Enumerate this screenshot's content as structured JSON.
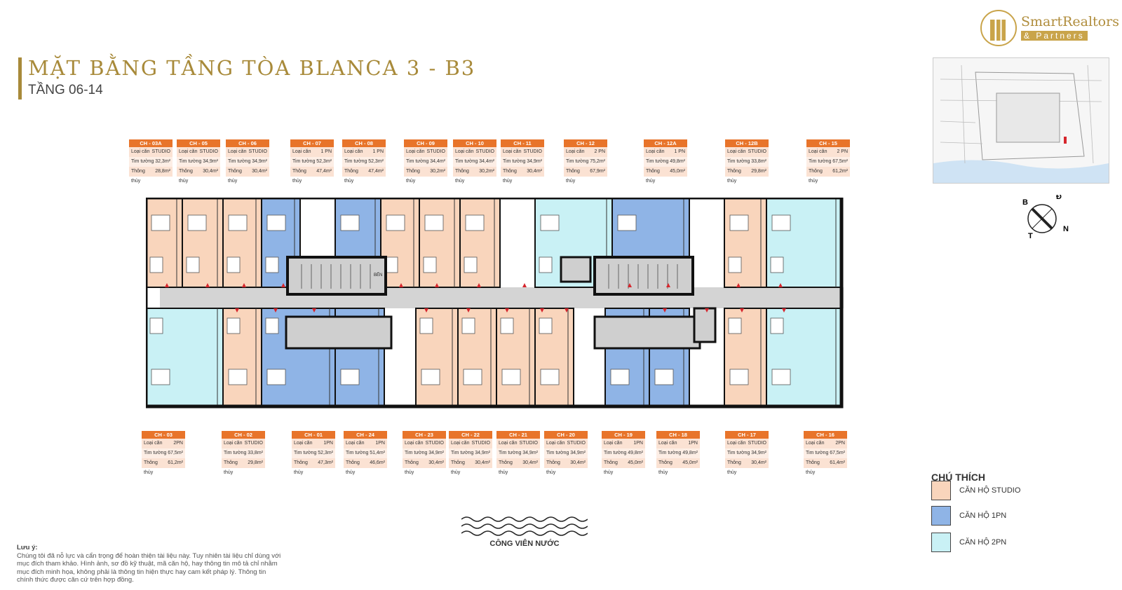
{
  "header": {
    "title": "MẶT BẰNG TẦNG TÒA BLANCA 3 - B3",
    "subtitle": "TẦNG 06-14"
  },
  "logo": {
    "name": "SmartRealtors",
    "sub": "& Partners"
  },
  "compass": {
    "b": "B",
    "d": "Đ",
    "n": "N",
    "t": "T"
  },
  "row_labels": {
    "type": "Loại căn",
    "gross": "Tim tường",
    "net": "Thông thủy"
  },
  "units_top": [
    {
      "id": "CH - 03A",
      "type": "STUDIO",
      "gross": "32,3m²",
      "net": "28,8m²"
    },
    {
      "id": "CH - 05",
      "type": "STUDIO",
      "gross": "34,9m²",
      "net": "30,4m²"
    },
    {
      "id": "CH - 06",
      "type": "STUDIO",
      "gross": "34,9m²",
      "net": "30,4m²"
    },
    {
      "id": "CH - 07",
      "type": "1 PN",
      "gross": "52,3m²",
      "net": "47,4m²"
    },
    {
      "id": "CH - 08",
      "type": "1 PN",
      "gross": "52,3m²",
      "net": "47,4m²"
    },
    {
      "id": "CH - 09",
      "type": "STUDIO",
      "gross": "34,4m²",
      "net": "30,2m²"
    },
    {
      "id": "CH - 10",
      "type": "STUDIO",
      "gross": "34,4m²",
      "net": "30,2m²"
    },
    {
      "id": "CH - 11",
      "type": "STUDIO",
      "gross": "34,9m²",
      "net": "30,4m²"
    },
    {
      "id": "CH - 12",
      "type": "2 PN",
      "gross": "75,2m²",
      "net": "67,9m²"
    },
    {
      "id": "CH - 12A",
      "type": "1 PN",
      "gross": "49,8m²",
      "net": "45,0m²"
    },
    {
      "id": "CH - 12B",
      "type": "STUDIO",
      "gross": "33,8m²",
      "net": "29,8m²"
    },
    {
      "id": "CH - 15",
      "type": "2 PN",
      "gross": "67,5m²",
      "net": "61,2m²"
    }
  ],
  "units_bottom": [
    {
      "id": "CH - 03",
      "type": "2PN",
      "gross": "67,5m²",
      "net": "61,2m²"
    },
    {
      "id": "CH - 02",
      "type": "STUDIO",
      "gross": "33,8m²",
      "net": "29,8m²"
    },
    {
      "id": "CH - 01",
      "type": "1PN",
      "gross": "52,3m²",
      "net": "47,3m²"
    },
    {
      "id": "CH - 24",
      "type": "1PN",
      "gross": "51,4m²",
      "net": "46,6m²"
    },
    {
      "id": "CH - 23",
      "type": "STUDIO",
      "gross": "34,9m²",
      "net": "30,4m²"
    },
    {
      "id": "CH - 22",
      "type": "STUDIO",
      "gross": "34,9m²",
      "net": "30,4m²"
    },
    {
      "id": "CH - 21",
      "type": "STUDIO",
      "gross": "34,9m²",
      "net": "30,4m²"
    },
    {
      "id": "CH - 20",
      "type": "STUDIO",
      "gross": "34,9m²",
      "net": "30,4m²"
    },
    {
      "id": "CH - 19",
      "type": "1PN",
      "gross": "49,8m²",
      "net": "45,0m²"
    },
    {
      "id": "CH - 18",
      "type": "1PN",
      "gross": "49,8m²",
      "net": "45,0m²"
    },
    {
      "id": "CH - 17",
      "type": "STUDIO",
      "gross": "34,9m²",
      "net": "30,4m²"
    },
    {
      "id": "CH - 16",
      "type": "2PN",
      "gross": "67,5m²",
      "net": "61,4m²"
    }
  ],
  "plan_labels": {
    "elevator": "BẾN"
  },
  "legend": {
    "title": "CHÚ THÍCH",
    "items": [
      {
        "label": "CĂN HỘ STUDIO",
        "color": "#f9d5bc"
      },
      {
        "label": "CĂN HỘ 1PN",
        "color": "#8fb4e6"
      },
      {
        "label": "CĂN HỘ 2PN",
        "color": "#c9f1f5"
      }
    ]
  },
  "park": "CÔNG VIÊN NƯỚC",
  "note": {
    "title": "Lưu ý:",
    "text": "Chúng tôi đã nỗ lực và cẩn trọng để hoàn thiện tài liệu này. Tuy nhiên tài liệu chỉ dùng với mục đích tham khảo. Hình ảnh, sơ đồ kỹ thuật, mã căn hộ, hay thông tin mô tả chỉ nhằm mục đích minh họa, không phải là thông tin hiện thực hay cam kết pháp lý. Thông tin chính thức được căn cứ trên hợp đồng."
  },
  "colors": {
    "studio": "#f9d5bc",
    "one_bed": "#8fb4e6",
    "two_bed": "#c9f1f5",
    "accent": "#e8742a",
    "gold": "#a88a3a"
  }
}
